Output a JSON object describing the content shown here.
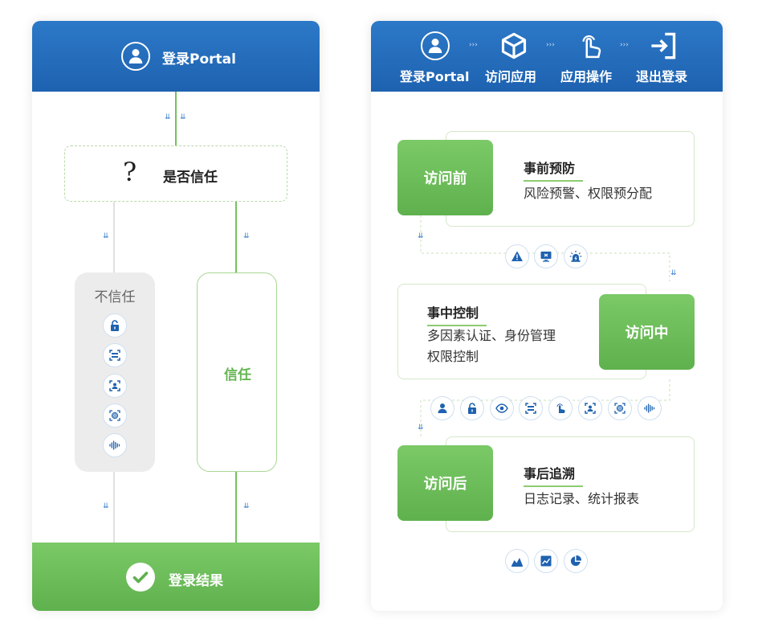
{
  "left": {
    "header": {
      "label": "登录Portal",
      "icon": "user-icon"
    },
    "decision": {
      "label": "是否信任",
      "icon": "question-icon"
    },
    "untrusted": {
      "label": "不信任",
      "icons": [
        "lock-icon",
        "scan-icon",
        "face-scan-icon",
        "fingerprint-icon",
        "voice-icon"
      ]
    },
    "trusted": {
      "label": "信任"
    },
    "result": {
      "label": "登录结果",
      "icon": "check-icon"
    }
  },
  "right": {
    "steps": [
      {
        "label": "登录Portal",
        "icon": "user-icon"
      },
      {
        "label": "访问应用",
        "icon": "cube-icon"
      },
      {
        "label": "应用操作",
        "icon": "tap-icon"
      },
      {
        "label": "退出登录",
        "icon": "logout-icon"
      }
    ],
    "phases": [
      {
        "tag": "访问前",
        "title": "事前预防",
        "lines": [
          "风险预警、权限预分配"
        ]
      },
      {
        "tag": "访问中",
        "title": "事中控制",
        "lines": [
          "多因素认证、身份管理",
          "权限控制"
        ]
      },
      {
        "tag": "访问后",
        "title": "事后追溯",
        "lines": [
          "日志记录、统计报表"
        ]
      }
    ],
    "icons_before": [
      "warning-icon",
      "monitor-icon",
      "alarm-icon"
    ],
    "icons_during": [
      "user-icon",
      "lock-icon",
      "eye-icon",
      "scan-icon",
      "tap-icon",
      "face-scan-icon",
      "fingerprint-icon",
      "voice-icon"
    ],
    "icons_after": [
      "area-chart-icon",
      "line-chart-icon",
      "pie-chart-icon"
    ]
  },
  "colors": {
    "blue": "#1e62b0",
    "green": "#66b552",
    "grey": "#ededed"
  }
}
